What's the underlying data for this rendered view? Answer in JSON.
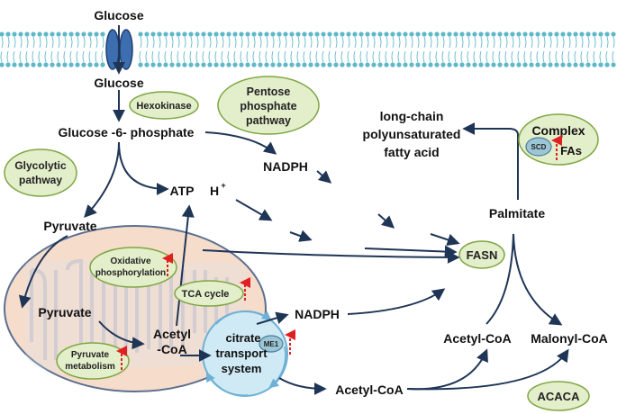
{
  "membrane": {
    "channel_label": "Glucose"
  },
  "metabolites": {
    "glucose_out": "Glucose",
    "glucose_in": "Glucose",
    "g6p": "Glucose -6- phosphate",
    "nadph_top": "NADPH",
    "atp": "ATP",
    "h": "H",
    "h_sup": "+",
    "pyruvate_cyto": "Pyruvate",
    "pyruvate_mito": "Pyruvate",
    "acetyl_mito_1": "Acetyl",
    "acetyl_mito_2": "-CoA",
    "nadph_mid": "NADPH",
    "acetyl_cyto": "Acetyl-CoA",
    "acetyl_right": "Acetyl-CoA",
    "malonyl": "Malonyl-CoA",
    "palmitate": "Palmitate",
    "lcpufa_1": "long-chain",
    "lcpufa_2": "polyunsaturated",
    "lcpufa_3": "fatty acid"
  },
  "pathways": {
    "hexokinase": "Hexokinase",
    "ppp_1": "Pentose",
    "ppp_2": "phosphate",
    "ppp_3": "pathway",
    "glycolytic_1": "Glycolytic",
    "glycolytic_2": "pathway",
    "oxphos_1": "Oxidative",
    "oxphos_2": "phosphorylation",
    "tca": "TCA cycle",
    "pyruvate_met_1": "Pyruvate",
    "pyruvate_met_2": "metabolism",
    "fasn": "FASN",
    "acaca": "ACACA",
    "complex_1": "Complex",
    "complex_2": "FAs",
    "scd": "SCD"
  },
  "transport": {
    "citrate_1": "citrate",
    "citrate_2": "transport",
    "citrate_3": "system",
    "me1": "ME1"
  },
  "colors": {
    "pill_fill": "#e3eecb",
    "pill_stroke": "#7fa642",
    "mito_fill": "#f6dccb",
    "mito_stroke": "#5b6f8f",
    "cristae_fill": "#dbe3ef",
    "citrate_fill": "#cfeaf5",
    "citrate_stroke": "#6fb0d6",
    "enzyme_fill": "#9cc6d6",
    "arrow": "#1f3556",
    "up_arrow": "#e02020",
    "membrane": "#5fb8c8",
    "channel": "#3d6fb0"
  }
}
